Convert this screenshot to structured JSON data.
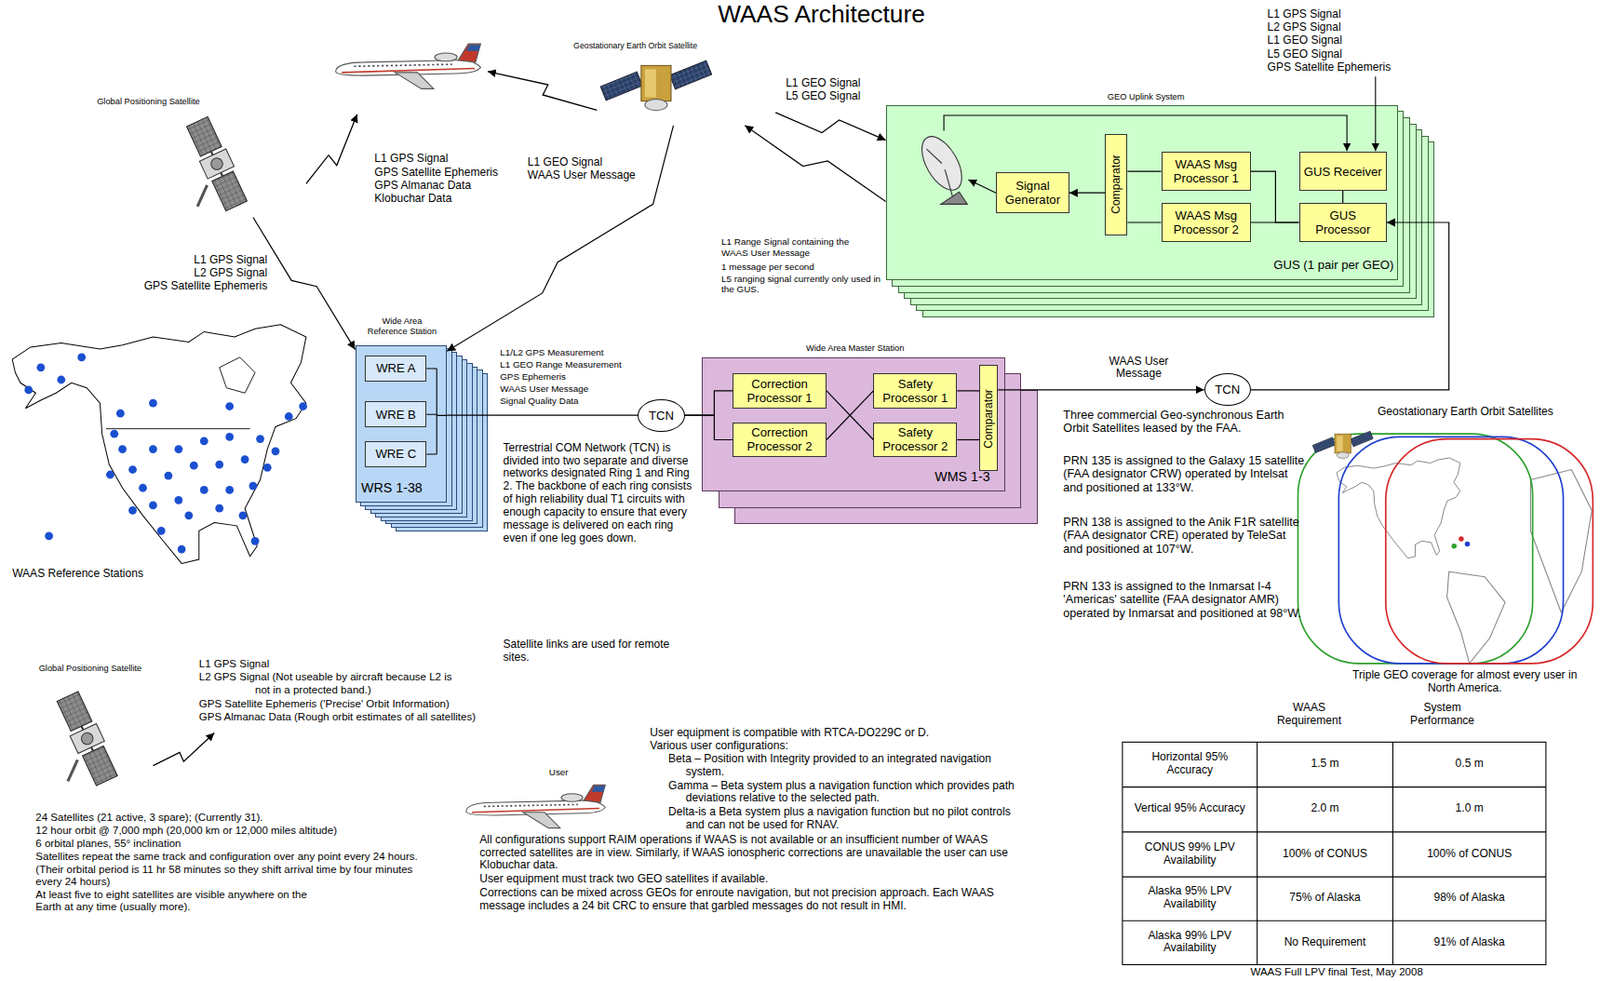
{
  "diagram": {
    "title": "WAAS Architecture",
    "caption": "WAAS Full LPV final Test, May 2008",
    "nodes": [
      {
        "text": [
          "Global Positioning Satellite"
        ]
      },
      {
        "text": [
          "Geostationary Earth Orbit Satellite"
        ]
      },
      {
        "text": [
          "GEO Uplink System",
          "GUS (1 pair per GEO)"
        ]
      },
      {
        "text": [
          "Signal Generator"
        ],
        "in": 2
      },
      {
        "text": [
          "Comparator"
        ],
        "in": 2
      },
      {
        "text": [
          "WAAS Msg Processor 1"
        ],
        "in": 2
      },
      {
        "text": [
          "WAAS Msg Processor 2"
        ],
        "in": 2
      },
      {
        "text": [
          "GUS Receiver"
        ],
        "in": 2
      },
      {
        "text": [
          "GUS Processor"
        ],
        "in": 2
      },
      {
        "text": [
          "Wide Area Reference Station",
          "WRS 1-38"
        ]
      },
      {
        "text": [
          "WRE A"
        ],
        "in": 9
      },
      {
        "text": [
          "WRE B"
        ],
        "in": 9
      },
      {
        "text": [
          "WRE C"
        ],
        "in": 9
      },
      {
        "text": [
          "TCN"
        ]
      },
      {
        "text": [
          "Wide Area Master Station",
          "WMS 1-3"
        ]
      },
      {
        "text": [
          "Correction Processor 1"
        ],
        "in": 14
      },
      {
        "text": [
          "Correction Processor 2"
        ],
        "in": 14
      },
      {
        "text": [
          "Safety Processor 1"
        ],
        "in": 14
      },
      {
        "text": [
          "Safety Processor 2"
        ],
        "in": 14
      },
      {
        "text": [
          "Comparator"
        ],
        "in": 14
      },
      {
        "text": [
          "TCN"
        ]
      },
      {
        "text": [
          "Global Positioning Satellite"
        ]
      },
      {
        "text": [
          "User"
        ]
      }
    ],
    "edges": [
      {
        "from": 0,
        "to": 9,
        "arrow": "to"
      },
      {
        "from": 1,
        "to": 9,
        "arrow": "to"
      },
      {
        "from": 1,
        "to": 2,
        "arrow": "to",
        "label": "L1 GEO Signal L5 GEO Signal"
      },
      {
        "from": 2,
        "to": 1,
        "arrow": "to"
      },
      {
        "from": 8,
        "to": 5,
        "arrow": "none"
      },
      {
        "from": 8,
        "to": 6,
        "arrow": "none"
      },
      {
        "from": 7,
        "to": 8,
        "arrow": "none"
      },
      {
        "from": 5,
        "to": 4,
        "arrow": "none"
      },
      {
        "from": 6,
        "to": 4,
        "arrow": "none"
      },
      {
        "from": 4,
        "to": 3,
        "arrow": "to"
      },
      {
        "from": 9,
        "to": 13,
        "arrow": "none"
      },
      {
        "from": 13,
        "to": 15,
        "arrow": "none"
      },
      {
        "from": 13,
        "to": 16,
        "arrow": "none"
      },
      {
        "from": 15,
        "to": 18,
        "arrow": "none"
      },
      {
        "from": 16,
        "to": 17,
        "arrow": "none"
      },
      {
        "from": 17,
        "to": 19,
        "arrow": "none"
      },
      {
        "from": 18,
        "to": 19,
        "arrow": "none"
      },
      {
        "from": 19,
        "to": 20,
        "arrow": "to",
        "label": "WAAS User Message"
      },
      {
        "from": 20,
        "to": 8,
        "arrow": "to"
      }
    ],
    "labels": [
      "L1 GPS Signal",
      "GPS Satellite Ephemeris",
      "GPS Almanac Data",
      "Klobuchar Data",
      "L1 GEO Signal",
      "WAAS User Message",
      "L1 GPS Signal",
      "L2 GPS Signal",
      "GPS Satellite Ephemeris",
      "L1 GPS Signal",
      "L2 GPS Signal",
      "L1 GEO Signal",
      "L5 GEO Signal",
      "GPS Satellite Ephemeris",
      "L1 Range Signal containing the WAAS User Message",
      "1 message per second",
      "L5 ranging signal currently only used in the GUS.",
      "L1/L2 GPS Measurement",
      "L1 GEO Range Measurement",
      "GPS Ephemeris",
      "WAAS User Message",
      "Signal Quality Data",
      "Terrestrial COM Network (TCN) is divided into two separate and diverse networks designated Ring 1 and Ring 2. The backbone of each ring consists of high reliability dual T1 circuits with enough capacity to ensure that every message is delivered on each ring even if one leg goes down.",
      "Satellite links are used for remote sites.",
      "Three commercial Geo-synchronous Earth Orbit Satellites leased by the FAA.",
      "PRN 135 is assigned to the Galaxy 15 satellite (FAA designator CRW) operated by Intelsat and positioned at 133°W.",
      "PRN 138 is assigned to the Anik F1R satellite (FAA designator CRE) operated by TeleSat and positioned at 107°W.",
      "PRN 133 is assigned to the Inmarsat I-4 'Americas' satellite (FAA designator AMR) operated by Inmarsat and positioned at 98°W.",
      "Geostationary Earth Orbit Satellites",
      "Triple GEO coverage for almost every user in North America.",
      "WAAS Requirement",
      "System Performance",
      "Horizontal 95% Accuracy",
      "1.5 m",
      "0.5 m",
      "Vertical 95% Accuracy",
      "2.0 m",
      "1.0 m",
      "CONUS 99% LPV Availability",
      "100% of CONUS",
      "100% of CONUS",
      "Alaska 95% LPV Availability",
      "75% of Alaska",
      "98% of Alaska",
      "Alaska 99% LPV Availability",
      "No Requirement",
      "91% of Alaska",
      "WAAS Reference Stations",
      "L1 GPS Signal",
      "L2 GPS Signal (Not useable by aircraft because L2 is not in a protected band.)",
      "GPS Satellite Ephemeris ('Precise' Orbit Information)",
      "GPS Almanac Data (Rough orbit estimates of all satellites)",
      "24 Satellites (21 active, 3 spare); (Currently 31).",
      "12 hour orbit @ 7,000 mph (20,000 km or 12,000 miles altitude)",
      "6 orbital planes, 55° inclination",
      "Satellites repeat the same track and configuration over any point every 24 hours. (Their orbital period is 11 hr 58 minutes so they shift arrival time by four minutes every 24 hours)",
      "At least five to eight satellites are visible anywhere on the Earth at any time (usually more).",
      "User equipment is compatible with RTCA-DO229C or D.",
      "Various user configurations:",
      "Beta – Position with Integrity provided to an integrated navigation system.",
      "Gamma – Beta system plus a navigation function which provides path deviations relative to the selected path.",
      "Delta-is a Beta system plus a navigation function but no pilot controls and can not be used for RNAV.",
      "All configurations support RAIM operations if WAAS is not available or an insufficient number of WAAS corrected satellites are in view. Similarly, if WAAS ionospheric corrections are unavailable the user can use Klobuchar data.",
      "User equipment must track two GEO satellites if available.",
      "Corrections can be mixed across GEOs for enroute navigation, but not precision approach. Each WAAS message includes a 24 bit CRC to ensure that garbled messages do not result in HMI."
    ]
  }
}
